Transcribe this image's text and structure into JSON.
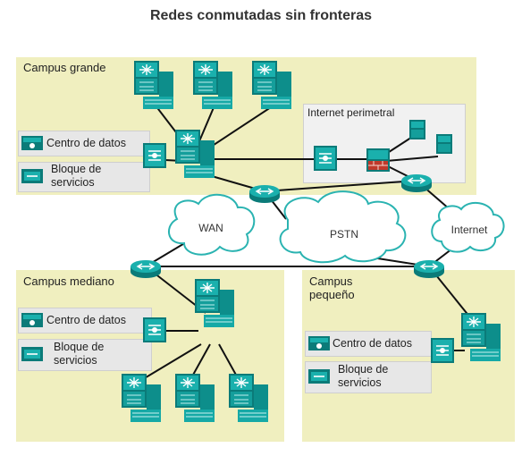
{
  "title": "Redes conmutadas sin fronteras",
  "campus_grande": {
    "label": "Campus grande",
    "datacenter": "Centro de datos",
    "services_line1": "Bloque de",
    "services_line2": "servicios",
    "internet_edge": "Internet perimetral"
  },
  "clouds": {
    "wan": "WAN",
    "pstn": "PSTN",
    "internet": "Internet"
  },
  "campus_mediano": {
    "label": "Campus mediano",
    "datacenter": "Centro de datos",
    "services_line1": "Bloque de",
    "services_line2": "servicios"
  },
  "campus_pequeno": {
    "label_line1": "Campus",
    "label_line2": "pequeño",
    "datacenter": "Centro de datos",
    "services_line1": "Bloque de",
    "services_line2": "servicios"
  },
  "colors": {
    "region": "#f0efbf",
    "device": "#1aa6a4",
    "device_dark": "#0b6e6c",
    "firewall": "#c0392b",
    "link": "#111111"
  }
}
